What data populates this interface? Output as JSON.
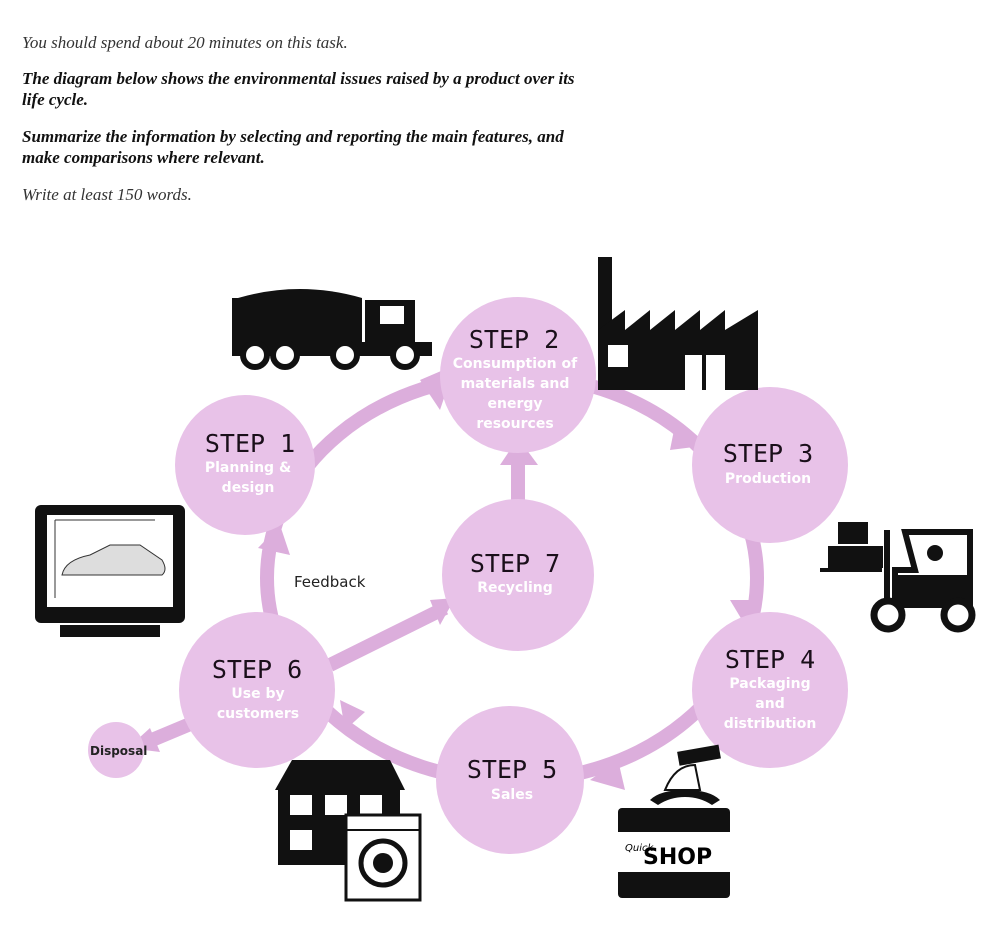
{
  "instructions": {
    "time": "You should spend about 20 minutes on this task.",
    "prompt_line1": "The diagram below shows the environmental issues raised by a product over its",
    "prompt_line2": "life cycle.",
    "task_line1": "Summarize the information by selecting and reporting the main features, and",
    "task_line2": "make comparisons where relevant.",
    "words": "Write at least 150 words."
  },
  "colors": {
    "circle": "#e8c2e8",
    "arrow": "#dcaedc"
  },
  "steps": [
    {
      "title": "STEP 1",
      "lines": [
        "Planning &",
        "design"
      ]
    },
    {
      "title": "STEP 2",
      "lines": [
        "Consumption of",
        "materials and",
        "energy",
        "resources"
      ]
    },
    {
      "title": "STEP 3",
      "lines": [
        "Production"
      ]
    },
    {
      "title": "STEP 4",
      "lines": [
        "Packaging",
        "and",
        "distribution"
      ]
    },
    {
      "title": "STEP 5",
      "lines": [
        "Sales"
      ]
    },
    {
      "title": "STEP 6",
      "lines": [
        "Use by",
        "customers"
      ]
    },
    {
      "title": "STEP 7",
      "lines": [
        "Recycling"
      ]
    }
  ],
  "labels": {
    "feedback": "Feedback",
    "disposal": "Disposal"
  },
  "icons": {
    "truck": "truck-icon",
    "factory": "factory-icon",
    "monitor": "monitor-car-design-icon",
    "forklift": "forklift-icon",
    "house": "house-washing-machine-icon",
    "shop": "shopping-bag-icon"
  },
  "shop_logo": {
    "small": "Quick",
    "big": "SHOP"
  }
}
